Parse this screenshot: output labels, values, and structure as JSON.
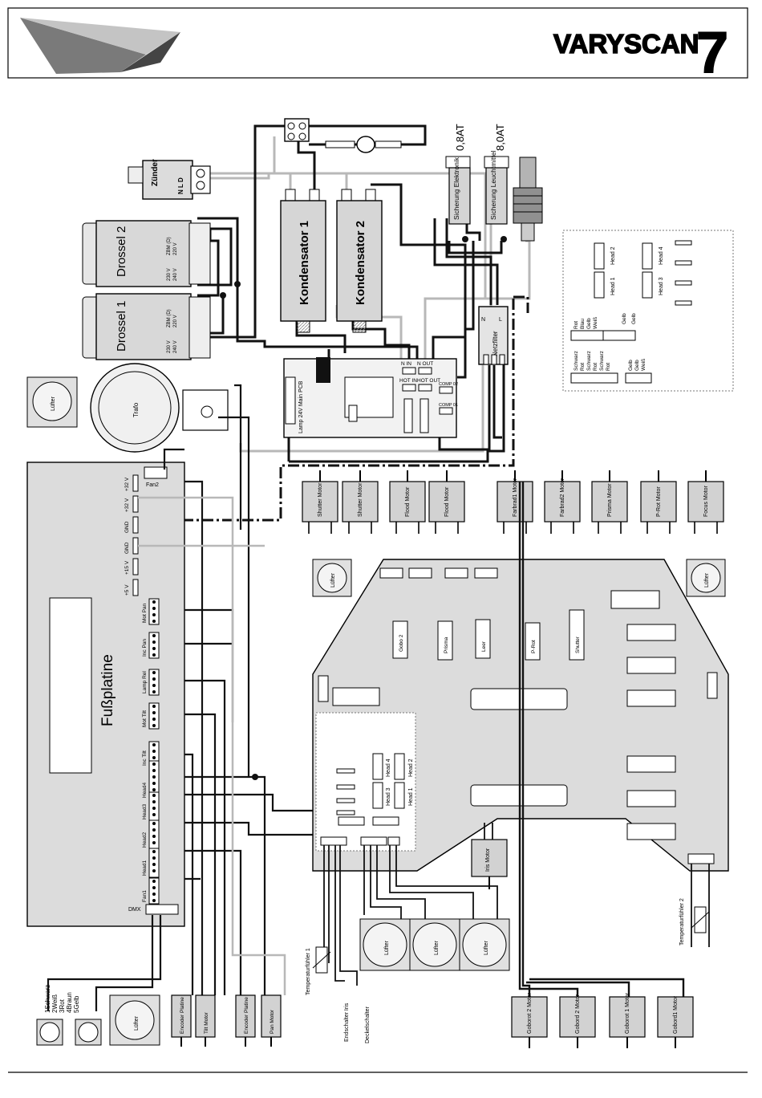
{
  "header": {
    "brand": "VARYSCAN",
    "brand_number": "7"
  },
  "colors": {
    "wire_black": "#111111",
    "wire_gray": "#b8b8b8",
    "panel_gray": "#dcdcdc",
    "motor_gray": "#d2d2d2",
    "line": "#000000"
  },
  "top": {
    "zuender": "Zünder",
    "zuender_pins": "N L D",
    "drossel2": "Drossel 2",
    "drossel1": "Drossel 1",
    "zbm": "ZBM (D)",
    "v220": "220 V",
    "v230": "230 V",
    "v240": "240 V",
    "kond1": "Kondensator 1",
    "kond2": "Kondensator 2",
    "fuse1_value": "0,8AT",
    "fuse1_label": "Sicherung Elektronik",
    "fuse2_value": "8,0AT",
    "fuse2_label": "Sicherung Leuchtmittel",
    "netzfilter": "Netzfilter",
    "nf_n": "N",
    "nf_l": "L",
    "trafo": "Trafo",
    "luefter": "Lüfter",
    "mainpcb": "Lamp 24V Main PCB",
    "n_in": "N IN",
    "n_out": "N OUT",
    "hot_in": "HOT IN",
    "hot_out": "HOT OUT",
    "comp2": "COMP 02",
    "comp1": "COMP 01"
  },
  "legend": {
    "head2": "Head 2",
    "head1": "Head 1",
    "head4": "Head 4",
    "head3": "Head 3",
    "col1": [
      "Rot",
      "Blau",
      "Gelb",
      "Weiß"
    ],
    "col2": [
      "Gelb",
      "Gelb"
    ],
    "col3": [
      "Schwarz",
      "Rot",
      "Schwarz",
      "Rot",
      "Schwarz",
      "Rot"
    ],
    "col4": [
      "Gelb",
      "Gelb",
      "Weiß"
    ]
  },
  "base": {
    "title": "Fußplatine",
    "fan2": "Fan2",
    "rails": [
      "+32 V",
      "+32 V",
      "GND",
      "GND",
      "+15 V",
      "+5 V"
    ],
    "connectors": [
      "Mot Pan",
      "Inc Pan",
      "Lamp Rel",
      "Mot Tilt",
      "Inc Tilt",
      "Head4",
      "Head3",
      "Head2",
      "Head1",
      "Fan1"
    ],
    "dmx": "DMX"
  },
  "motors_top": [
    "Shutter Motor",
    "Shutter Motor",
    "Flood Motor",
    "Flood Motor",
    "Farbrad1 Motor",
    "Farbrad2 Motor",
    "Prisma Motor",
    "P-Rot Motor",
    "Focus Motor"
  ],
  "head_board": {
    "chips": [
      "Gobo 2",
      "Prisma",
      "Leer",
      "P-Rot",
      "Shutter"
    ],
    "heads": [
      "Head 4",
      "Head 2",
      "Head 3",
      "Head 1"
    ],
    "iris": "Iris Motor"
  },
  "bottom": {
    "luefter": "Lüfter",
    "dmx_legend": [
      "1Schwarz",
      "2Weiß",
      "3Rot",
      "4Braun",
      "5Gelb"
    ],
    "base_units": [
      "Lüfter",
      "Encoder Platine",
      "Tilt Motor",
      "Encoder Platine",
      "Pan Motor"
    ],
    "temp1": "Temperaturfühler 1",
    "temp2": "Temperaturfühler 2",
    "endschalter": "Endschalter Iris",
    "deckel": "Deckelschalter",
    "gobo_motors": [
      "Goborot 2 Motor",
      "Gobord 2 Motor",
      "Goborot 1 Motor",
      "Gobord1 Motor"
    ]
  }
}
